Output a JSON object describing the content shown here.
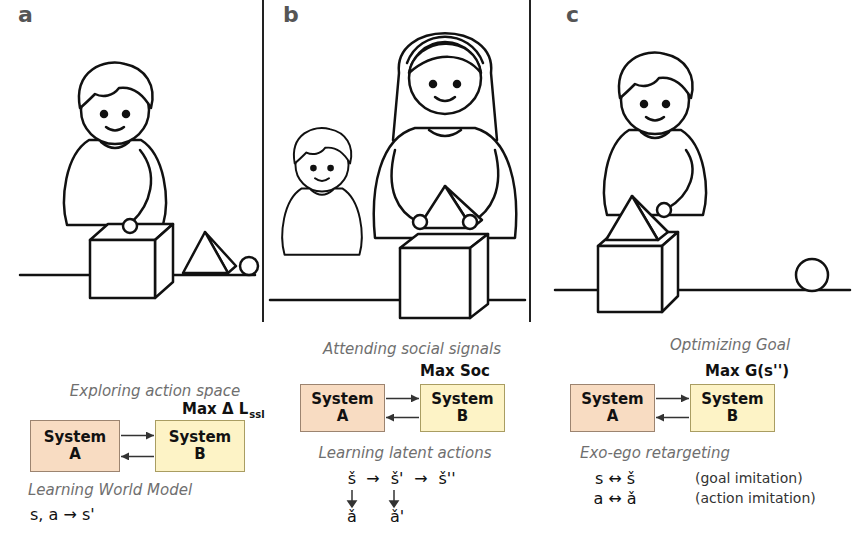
{
  "diagram": {
    "nodes": [
      {
        "text": [
          "System A"
        ]
      },
      {
        "text": [
          "System B"
        ]
      },
      {
        "text": [
          "System A"
        ]
      },
      {
        "text": [
          "System B"
        ]
      },
      {
        "text": [
          "System A"
        ]
      },
      {
        "text": [
          "System B"
        ]
      }
    ],
    "edges": [
      {
        "from": 0,
        "to": 1,
        "arrow": "to"
      },
      {
        "from": 1,
        "to": 0,
        "arrow": "to"
      },
      {
        "from": 2,
        "to": 3,
        "arrow": "to"
      },
      {
        "from": 3,
        "to": 2,
        "arrow": "to"
      },
      {
        "from": 4,
        "to": 5,
        "arrow": "to"
      },
      {
        "from": 5,
        "to": 4,
        "arrow": "to"
      }
    ],
    "labels": [
      "a",
      "b",
      "c",
      "Exploring action space",
      "Max Δ L",
      "ssl",
      "Learning World Model",
      "s, a → s'",
      "Attending social signals",
      "Max Soc",
      "Learning latent actions",
      "š",
      "→",
      "š'",
      "→",
      "š''",
      "ǎ",
      "ǎ'",
      "Optimizing Goal",
      "Max G(s'')",
      "Exo-ego retargeting",
      "s ↔ š",
      "(goal imitation)",
      "a ↔ ǎ",
      "(action imitation)"
    ]
  }
}
